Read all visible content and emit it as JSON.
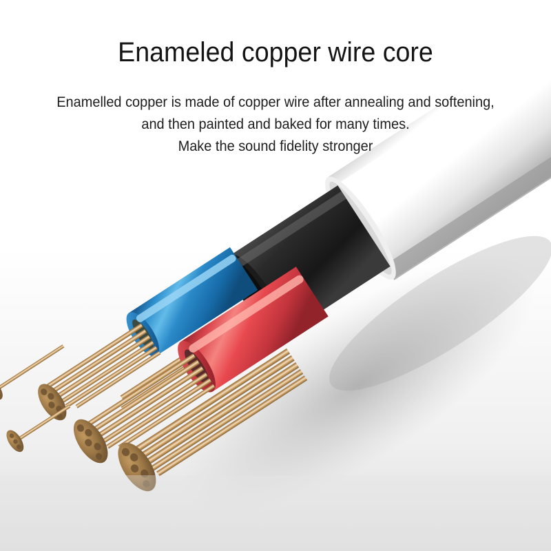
{
  "poster": {
    "background_top_color": "#ffffff",
    "background_bottom_color": "#e0e0e0"
  },
  "headline": {
    "text": "Enameled copper wire core"
  },
  "subcopy": {
    "line1": "Enamelled copper is made of copper wire after annealing and softening,",
    "line2": "and then painted and baked for many times.",
    "line3": "Make the sound fidelity stronger"
  },
  "artwork": {
    "name": "audio-cable-cutaway",
    "description": "Cutaway of an audio cable showing outer white jacket, black shield, copper braid, blue and red insulated conductors and exposed stranded copper cores",
    "layers": {
      "outer_jacket_color": "#ffffff",
      "outer_jacket_shade_color": "#b9b9b9",
      "black_shield_color": "#262626",
      "braid_copper_color": "#d9a871",
      "braid_grey_color": "#8d8d8d",
      "blue_conductor_color": "#1b7fc4",
      "blue_conductor_highlight": "#57b2e2",
      "blue_conductor_shadow": "#145e93",
      "red_conductor_color": "#e84c52",
      "red_conductor_highlight": "#f4837f",
      "red_conductor_shadow": "#b32c34",
      "copper_strand_color": "#c89860",
      "copper_strand_highlight": "#eeddbb",
      "copper_strand_shadow": "#8b6a3a",
      "bundle_end_color": "#9a7645",
      "shadow_color": "#b5b5b5"
    }
  }
}
